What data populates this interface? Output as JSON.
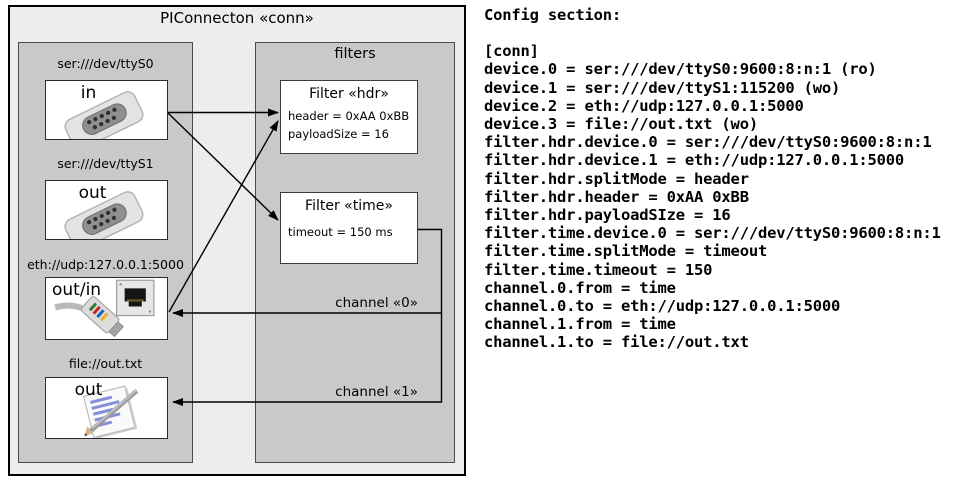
{
  "diagram": {
    "title": "PIConnecton «conn»",
    "devices_group": {
      "devices": [
        {
          "label": "ser:///dev/ttyS0",
          "direction": "in",
          "icon": "serial-connector-icon"
        },
        {
          "label": "ser:///dev/ttyS1",
          "direction": "out",
          "icon": "serial-connector-icon"
        },
        {
          "label": "eth://udp:127.0.0.1:5000",
          "direction": "out/in",
          "icon": "ethernet-connector-icon"
        },
        {
          "label": "file://out.txt",
          "direction": "out",
          "icon": "notepad-pencil-icon"
        }
      ]
    },
    "filters_group": {
      "title": "filters",
      "filters": [
        {
          "title": "Filter «hdr»",
          "attributes": [
            "header = 0xAA 0xBB",
            "payloadSize = 16"
          ]
        },
        {
          "title": "Filter «time»",
          "attributes": [
            "timeout = 150 ms"
          ]
        }
      ]
    },
    "channels": [
      {
        "label": "channel «0»"
      },
      {
        "label": "channel «1»"
      }
    ],
    "colors": {
      "outer_fill": "#ededed",
      "group_fill": "#c9c9c9",
      "box_fill": "#ffffff",
      "line": "#000000"
    }
  },
  "config": {
    "heading": "Config section:",
    "lines": [
      "[conn]",
      "device.0 = ser:///dev/ttyS0:9600:8:n:1 (ro)",
      "device.1 = ser:///dev/ttyS1:115200 (wo)",
      "device.2 = eth://udp:127.0.0.1:5000",
      "device.3 = file://out.txt (wo)",
      "filter.hdr.device.0 = ser:///dev/ttyS0:9600:8:n:1",
      "filter.hdr.device.1 = eth://udp:127.0.0.1:5000",
      "filter.hdr.splitMode = header",
      "filter.hdr.header = 0xAA 0xBB",
      "filter.hdr.payloadSIze = 16",
      "filter.time.device.0 = ser:///dev/ttyS0:9600:8:n:1",
      "filter.time.splitMode = timeout",
      "filter.time.timeout = 150",
      "channel.0.from = time",
      "channel.0.to = eth://udp:127.0.0.1:5000",
      "channel.1.from = time",
      "channel.1.to = file://out.txt"
    ]
  }
}
